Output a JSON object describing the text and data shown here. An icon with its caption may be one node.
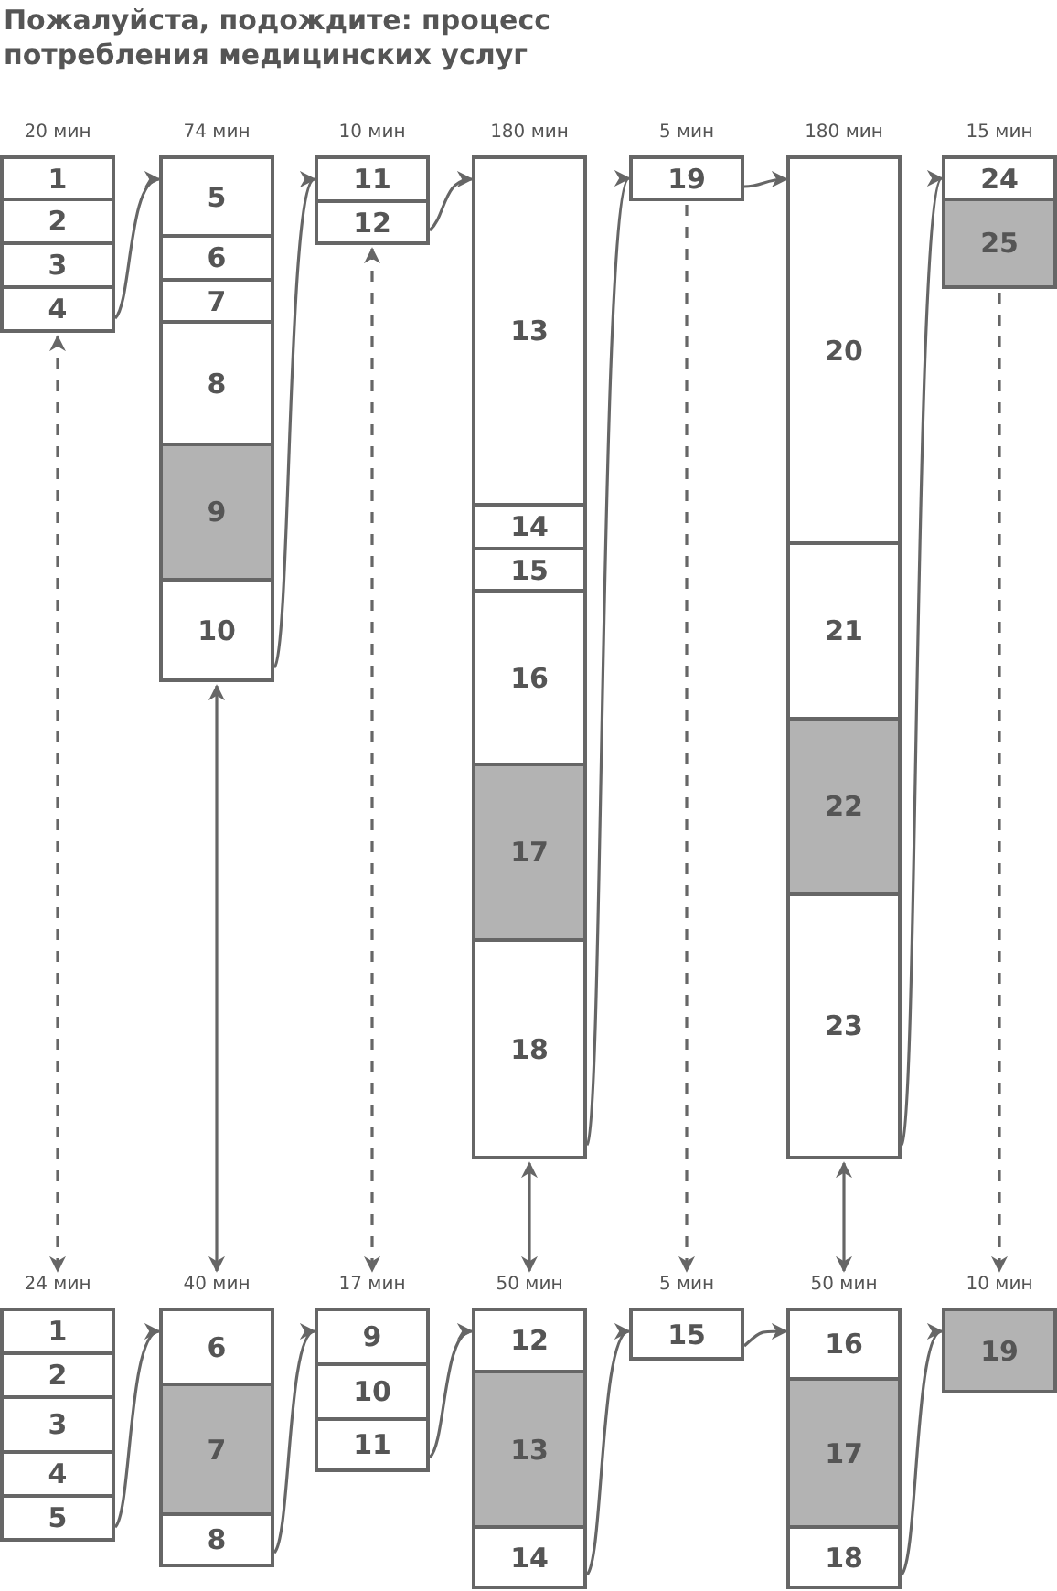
{
  "diagram": {
    "title": "Пожалуйста, подождите: процесс потребления медицинских услуг",
    "nodes": [
      {
        "text": [
          "20 мин"
        ]
      },
      {
        "text": [
          "1"
        ],
        "in": 0
      },
      {
        "text": [
          "2"
        ],
        "in": 0
      },
      {
        "text": [
          "3"
        ],
        "in": 0
      },
      {
        "text": [
          "4"
        ],
        "in": 0
      },
      {
        "text": [
          "74 мин"
        ]
      },
      {
        "text": [
          "5"
        ],
        "in": 5
      },
      {
        "text": [
          "6"
        ],
        "in": 5
      },
      {
        "text": [
          "7"
        ],
        "in": 5
      },
      {
        "text": [
          "8"
        ],
        "in": 5
      },
      {
        "text": [
          "9"
        ],
        "in": 5
      },
      {
        "text": [
          "10"
        ],
        "in": 5
      },
      {
        "text": [
          "10 мин"
        ]
      },
      {
        "text": [
          "11"
        ],
        "in": 12
      },
      {
        "text": [
          "12"
        ],
        "in": 12
      },
      {
        "text": [
          "180 мин"
        ]
      },
      {
        "text": [
          "13"
        ],
        "in": 15
      },
      {
        "text": [
          "14"
        ],
        "in": 15
      },
      {
        "text": [
          "15"
        ],
        "in": 15
      },
      {
        "text": [
          "16"
        ],
        "in": 15
      },
      {
        "text": [
          "17"
        ],
        "in": 15
      },
      {
        "text": [
          "18"
        ],
        "in": 15
      },
      {
        "text": [
          "5 мин"
        ]
      },
      {
        "text": [
          "19"
        ],
        "in": 22
      },
      {
        "text": [
          "180 мин"
        ]
      },
      {
        "text": [
          "20"
        ],
        "in": 24
      },
      {
        "text": [
          "21"
        ],
        "in": 24
      },
      {
        "text": [
          "22"
        ],
        "in": 24
      },
      {
        "text": [
          "23"
        ],
        "in": 24
      },
      {
        "text": [
          "15 мин"
        ]
      },
      {
        "text": [
          "24"
        ],
        "in": 29
      },
      {
        "text": [
          "25"
        ],
        "in": 29
      },
      {
        "text": [
          "24 мин"
        ]
      },
      {
        "text": [
          "1"
        ],
        "in": 32
      },
      {
        "text": [
          "2"
        ],
        "in": 32
      },
      {
        "text": [
          "3"
        ],
        "in": 32
      },
      {
        "text": [
          "4"
        ],
        "in": 32
      },
      {
        "text": [
          "5"
        ],
        "in": 32
      },
      {
        "text": [
          "40 мин"
        ]
      },
      {
        "text": [
          "6"
        ],
        "in": 38
      },
      {
        "text": [
          "7"
        ],
        "in": 38
      },
      {
        "text": [
          "8"
        ],
        "in": 38
      },
      {
        "text": [
          "17 мин"
        ]
      },
      {
        "text": [
          "9"
        ],
        "in": 42
      },
      {
        "text": [
          "10"
        ],
        "in": 42
      },
      {
        "text": [
          "11"
        ],
        "in": 42
      },
      {
        "text": [
          "50 мин"
        ]
      },
      {
        "text": [
          "12"
        ],
        "in": 46
      },
      {
        "text": [
          "13"
        ],
        "in": 46
      },
      {
        "text": [
          "14"
        ],
        "in": 46
      },
      {
        "text": [
          "5 мин"
        ]
      },
      {
        "text": [
          "15"
        ],
        "in": 50
      },
      {
        "text": [
          "50 мин"
        ]
      },
      {
        "text": [
          "16"
        ],
        "in": 52
      },
      {
        "text": [
          "17"
        ],
        "in": 52
      },
      {
        "text": [
          "18"
        ],
        "in": 52
      },
      {
        "text": [
          "10 мин"
        ]
      },
      {
        "text": [
          "19"
        ],
        "in": 56
      }
    ],
    "edges": [
      {
        "from": 4,
        "to": 6,
        "arrow": "to"
      },
      {
        "from": 11,
        "to": 13,
        "arrow": "to"
      },
      {
        "from": 14,
        "to": 16,
        "arrow": "to"
      },
      {
        "from": 21,
        "to": 23,
        "arrow": "to"
      },
      {
        "from": 23,
        "to": 25,
        "arrow": "to"
      },
      {
        "from": 28,
        "to": 30,
        "arrow": "to"
      },
      {
        "from": 37,
        "to": 39,
        "arrow": "to"
      },
      {
        "from": 41,
        "to": 43,
        "arrow": "to"
      },
      {
        "from": 45,
        "to": 47,
        "arrow": "to"
      },
      {
        "from": 49,
        "to": 51,
        "arrow": "to"
      },
      {
        "from": 51,
        "to": 53,
        "arrow": "to"
      },
      {
        "from": 55,
        "to": 57,
        "arrow": "to"
      },
      {
        "from": 0,
        "to": 32,
        "arrow": "both",
        "style": "dashed"
      },
      {
        "from": 5,
        "to": 38,
        "arrow": "both"
      },
      {
        "from": 12,
        "to": 42,
        "arrow": "both",
        "style": "dashed"
      },
      {
        "from": 15,
        "to": 46,
        "arrow": "both"
      },
      {
        "from": 22,
        "to": 50,
        "arrow": "to",
        "style": "dashed"
      },
      {
        "from": 24,
        "to": 52,
        "arrow": "both"
      },
      {
        "from": 29,
        "to": 56,
        "arrow": "to",
        "style": "dashed"
      }
    ]
  }
}
